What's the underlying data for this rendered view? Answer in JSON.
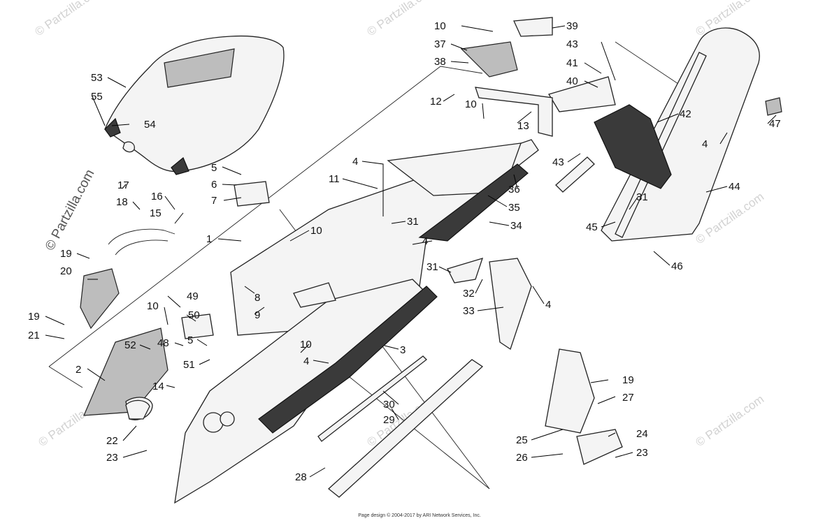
{
  "watermark": "© Partzilla.com",
  "footer": "Page design © 2004-2017 by ARI Network Services, Inc.",
  "callouts": [
    {
      "id": "c1",
      "label": "1"
    },
    {
      "id": "c2",
      "label": "2"
    },
    {
      "id": "c3",
      "label": "3"
    },
    {
      "id": "c4a",
      "label": "4"
    },
    {
      "id": "c4b",
      "label": "4"
    },
    {
      "id": "c4c",
      "label": "4"
    },
    {
      "id": "c4d",
      "label": "4"
    },
    {
      "id": "c4e",
      "label": "4"
    },
    {
      "id": "c5a",
      "label": "5"
    },
    {
      "id": "c5b",
      "label": "5"
    },
    {
      "id": "c6",
      "label": "6"
    },
    {
      "id": "c7",
      "label": "7"
    },
    {
      "id": "c8",
      "label": "8"
    },
    {
      "id": "c9",
      "label": "9"
    },
    {
      "id": "c10a",
      "label": "10"
    },
    {
      "id": "c10b",
      "label": "10"
    },
    {
      "id": "c10c",
      "label": "10"
    },
    {
      "id": "c10d",
      "label": "10"
    },
    {
      "id": "c10e",
      "label": "10"
    },
    {
      "id": "c11",
      "label": "11"
    },
    {
      "id": "c12",
      "label": "12"
    },
    {
      "id": "c13",
      "label": "13"
    },
    {
      "id": "c14",
      "label": "14"
    },
    {
      "id": "c15",
      "label": "15"
    },
    {
      "id": "c16",
      "label": "16"
    },
    {
      "id": "c17",
      "label": "17"
    },
    {
      "id": "c18",
      "label": "18"
    },
    {
      "id": "c19a",
      "label": "19"
    },
    {
      "id": "c19b",
      "label": "19"
    },
    {
      "id": "c19c",
      "label": "19"
    },
    {
      "id": "c20",
      "label": "20"
    },
    {
      "id": "c21",
      "label": "21"
    },
    {
      "id": "c22",
      "label": "22"
    },
    {
      "id": "c23a",
      "label": "23"
    },
    {
      "id": "c23b",
      "label": "23"
    },
    {
      "id": "c24",
      "label": "24"
    },
    {
      "id": "c25",
      "label": "25"
    },
    {
      "id": "c26",
      "label": "26"
    },
    {
      "id": "c27",
      "label": "27"
    },
    {
      "id": "c28",
      "label": "28"
    },
    {
      "id": "c29",
      "label": "29"
    },
    {
      "id": "c30",
      "label": "30"
    },
    {
      "id": "c31a",
      "label": "31"
    },
    {
      "id": "c31b",
      "label": "31"
    },
    {
      "id": "c31c",
      "label": "31"
    },
    {
      "id": "c32",
      "label": "32"
    },
    {
      "id": "c33",
      "label": "33"
    },
    {
      "id": "c34",
      "label": "34"
    },
    {
      "id": "c35",
      "label": "35"
    },
    {
      "id": "c36",
      "label": "36"
    },
    {
      "id": "c37",
      "label": "37"
    },
    {
      "id": "c38",
      "label": "38"
    },
    {
      "id": "c39",
      "label": "39"
    },
    {
      "id": "c40",
      "label": "40"
    },
    {
      "id": "c41",
      "label": "41"
    },
    {
      "id": "c42",
      "label": "42"
    },
    {
      "id": "c43a",
      "label": "43"
    },
    {
      "id": "c43b",
      "label": "43"
    },
    {
      "id": "c44",
      "label": "44"
    },
    {
      "id": "c45",
      "label": "45"
    },
    {
      "id": "c46",
      "label": "46"
    },
    {
      "id": "c47",
      "label": "47"
    },
    {
      "id": "c48",
      "label": "48"
    },
    {
      "id": "c49",
      "label": "49"
    },
    {
      "id": "c50",
      "label": "50"
    },
    {
      "id": "c51",
      "label": "51"
    },
    {
      "id": "c52",
      "label": "52"
    },
    {
      "id": "c53",
      "label": "53"
    },
    {
      "id": "c54",
      "label": "54"
    },
    {
      "id": "c55",
      "label": "55"
    }
  ]
}
